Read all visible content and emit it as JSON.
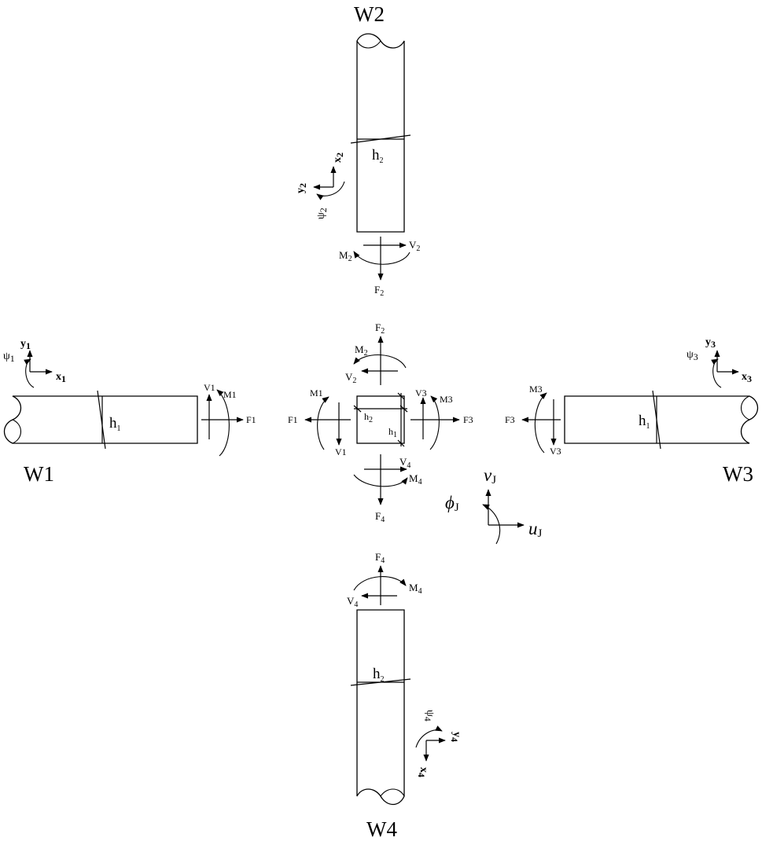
{
  "walls": {
    "w1": {
      "label": "W1",
      "width_label": "h",
      "width_sub": "1"
    },
    "w2": {
      "label": "W2",
      "width_label": "h",
      "width_sub": "2"
    },
    "w3": {
      "label": "W3",
      "width_label": "h",
      "width_sub": "1"
    },
    "w4": {
      "label": "W4",
      "width_label": "h",
      "width_sub": "2"
    }
  },
  "axes": {
    "w1": {
      "x": "x",
      "y": "y",
      "sub": "1",
      "psi": "ψ"
    },
    "w2": {
      "x": "x",
      "y": "y",
      "sub": "2",
      "psi": "ψ"
    },
    "w3": {
      "x": "x",
      "y": "y",
      "sub": "3",
      "psi": "ψ"
    },
    "w4": {
      "x": "x",
      "y": "y",
      "sub": "4",
      "psi": "ψ"
    }
  },
  "forces": {
    "f1": "F1",
    "v1": "V1",
    "m1": "M1",
    "f3": "F3",
    "v3": "V3",
    "m3": "M3",
    "f": "F",
    "v": "V",
    "m": "M",
    "s2": "2",
    "s4": "4"
  },
  "joint": {
    "h2_label": "h",
    "h2_sub": "2",
    "h1_label": "h",
    "h1_sub": "1"
  },
  "dof": {
    "u": "u",
    "v": "v",
    "phi": "ϕ",
    "sub": "J"
  }
}
